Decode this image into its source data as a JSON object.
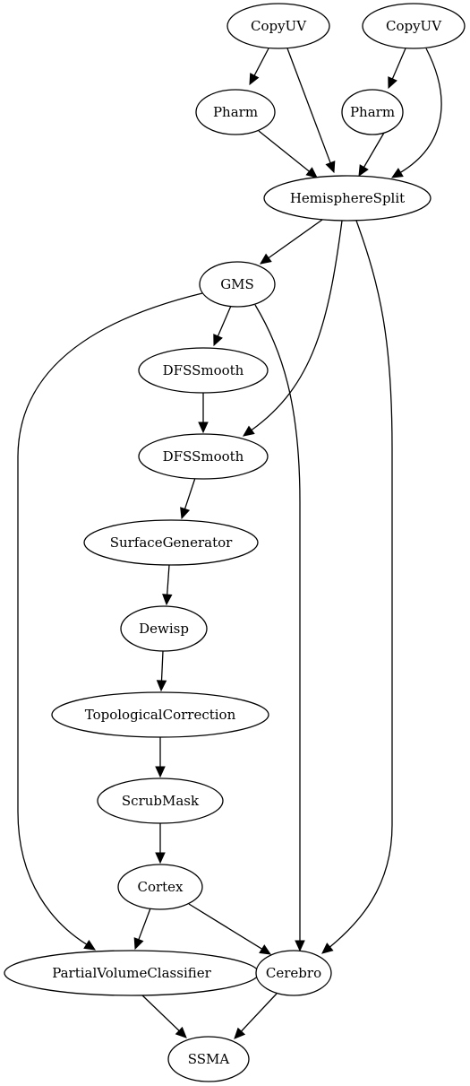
{
  "graph": {
    "nodes": [
      {
        "id": "copyuv_a",
        "label": "CopyUV"
      },
      {
        "id": "copyuv_b",
        "label": "CopyUV"
      },
      {
        "id": "pharm_a",
        "label": "Pharm"
      },
      {
        "id": "pharm_b",
        "label": "Pharm"
      },
      {
        "id": "hemisphere_split",
        "label": "HemisphereSplit"
      },
      {
        "id": "gms",
        "label": "GMS"
      },
      {
        "id": "dfssmooth_a",
        "label": "DFSSmooth"
      },
      {
        "id": "dfssmooth_b",
        "label": "DFSSmooth"
      },
      {
        "id": "surface_generator",
        "label": "SurfaceGenerator"
      },
      {
        "id": "dewisp",
        "label": "Dewisp"
      },
      {
        "id": "topological_correction",
        "label": "TopologicalCorrection"
      },
      {
        "id": "scrub_mask",
        "label": "ScrubMask"
      },
      {
        "id": "cortex",
        "label": "Cortex"
      },
      {
        "id": "partial_volume_classifier",
        "label": "PartialVolumeClassifier"
      },
      {
        "id": "cerebro",
        "label": "Cerebro"
      },
      {
        "id": "ssma",
        "label": "SSMA"
      }
    ],
    "edges": [
      {
        "from": "copyuv_a",
        "to": "pharm_a"
      },
      {
        "from": "copyuv_a",
        "to": "hemisphere_split"
      },
      {
        "from": "copyuv_b",
        "to": "pharm_b"
      },
      {
        "from": "copyuv_b",
        "to": "hemisphere_split"
      },
      {
        "from": "pharm_a",
        "to": "hemisphere_split"
      },
      {
        "from": "pharm_b",
        "to": "hemisphere_split"
      },
      {
        "from": "hemisphere_split",
        "to": "gms"
      },
      {
        "from": "hemisphere_split",
        "to": "dfssmooth_b"
      },
      {
        "from": "hemisphere_split",
        "to": "cerebro"
      },
      {
        "from": "gms",
        "to": "dfssmooth_a"
      },
      {
        "from": "gms",
        "to": "partial_volume_classifier"
      },
      {
        "from": "gms",
        "to": "cerebro"
      },
      {
        "from": "dfssmooth_a",
        "to": "dfssmooth_b"
      },
      {
        "from": "dfssmooth_b",
        "to": "surface_generator"
      },
      {
        "from": "surface_generator",
        "to": "dewisp"
      },
      {
        "from": "dewisp",
        "to": "topological_correction"
      },
      {
        "from": "topological_correction",
        "to": "scrub_mask"
      },
      {
        "from": "scrub_mask",
        "to": "cortex"
      },
      {
        "from": "cortex",
        "to": "partial_volume_classifier"
      },
      {
        "from": "cortex",
        "to": "cerebro"
      },
      {
        "from": "partial_volume_classifier",
        "to": "ssma"
      },
      {
        "from": "cerebro",
        "to": "ssma"
      }
    ]
  }
}
